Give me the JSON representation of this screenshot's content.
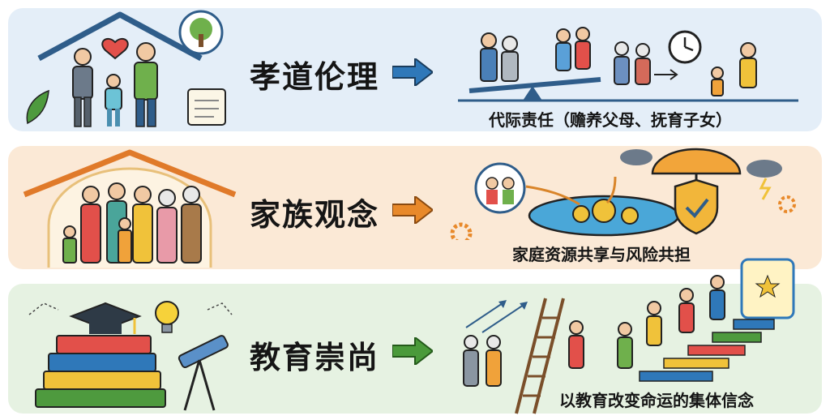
{
  "rows": [
    {
      "title": "孝道伦理",
      "caption": "代际责任（赡养父母、抚育子女）",
      "arrow_color": "#2f78b9"
    },
    {
      "title": "家族观念",
      "caption": "家庭资源共享与风险共担",
      "arrow_color": "#e8892a"
    },
    {
      "title": "教育崇尚",
      "caption": "以教育改变命运的集体信念",
      "arrow_color": "#4a9a3a"
    }
  ],
  "icons": [
    "house-icon",
    "tree-icon",
    "heart-icon",
    "letter-icon",
    "family-icon",
    "seesaw-icon",
    "clock-icon",
    "umbrella-icon",
    "shield-icon",
    "coin-pool-icon",
    "gear-icon",
    "storm-cloud-icon",
    "book-stack-icon",
    "graduation-cap-icon",
    "lightbulb-icon",
    "telescope-icon",
    "ladder-icon",
    "staircase-icon",
    "door-icon"
  ],
  "colors": {
    "row1_bg": "#e4eef8",
    "row2_bg": "#fbe9d6",
    "row3_bg": "#e6f2e2"
  }
}
